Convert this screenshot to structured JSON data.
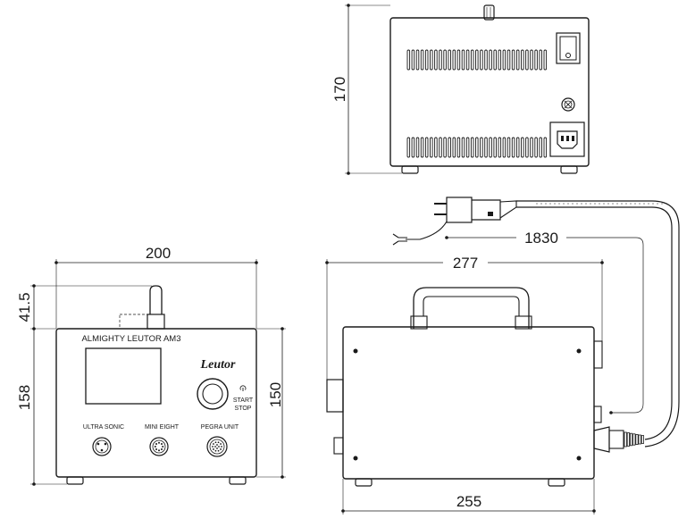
{
  "dimensions": {
    "rear_height": "170",
    "front_width": "200",
    "handle_height": "41.5",
    "front_total_height": "158",
    "front_body_height": "150",
    "cord_length": "1830",
    "side_width_with_parts": "277",
    "side_body_width": "255"
  },
  "front_panel": {
    "model": "ALMIGHTY LEUTOR AM3",
    "brand": "Leutor",
    "button_label_line1": "START",
    "button_label_line2": "STOP",
    "port1": "ULTRA SONIC",
    "port2": "MINI EIGHT",
    "port3": "PEGRA UNIT"
  }
}
